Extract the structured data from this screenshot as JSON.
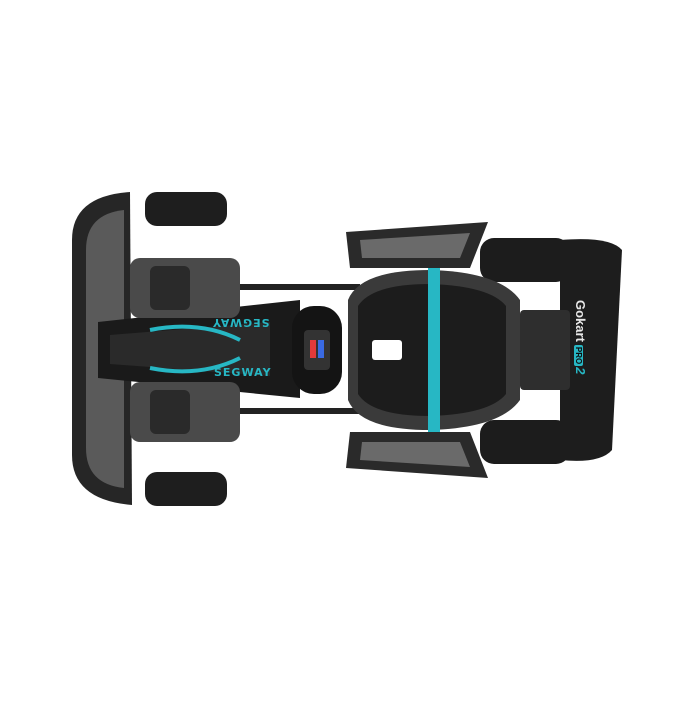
{
  "image": {
    "subject": "Top-down view of electric go-kart",
    "background": "#ffffff",
    "colors": {
      "body_dark": "#1a1a1a",
      "body_mid": "#3a3a3a",
      "body_light": "#8a8a8a",
      "accent_teal": "#27b7c4",
      "tire": "#1e1e1e"
    }
  },
  "branding": {
    "top_text": "SEGWAY",
    "bottom_text": "SEGWAY",
    "rear_wing_brand": "Gokart",
    "rear_wing_pro": "PRO",
    "rear_wing_model": "2"
  }
}
